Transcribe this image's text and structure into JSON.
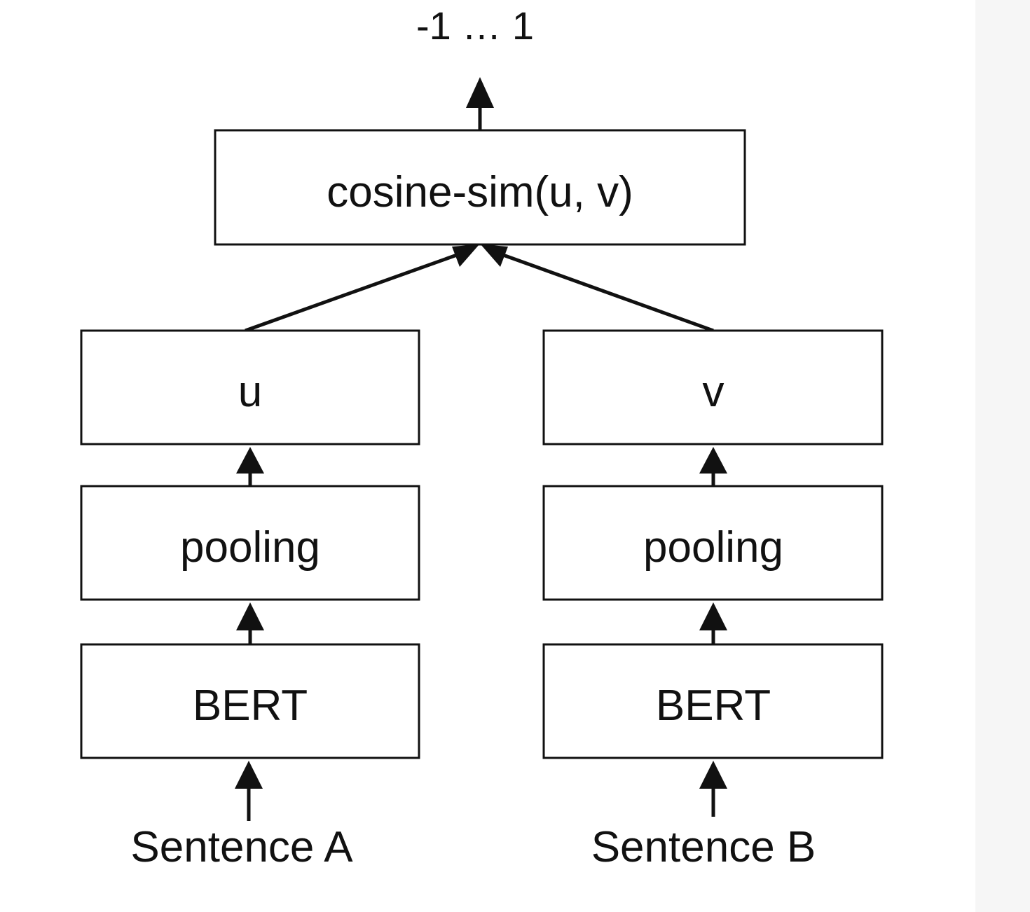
{
  "output": {
    "label": "-1 … 1"
  },
  "similarity": {
    "label": "cosine-sim(u, v)"
  },
  "branch_a": {
    "embedding_label": "u",
    "pooling_label": "pooling",
    "encoder_label": "BERT",
    "input_label": "Sentence A"
  },
  "branch_b": {
    "embedding_label": "v",
    "pooling_label": "pooling",
    "encoder_label": "BERT",
    "input_label": "Sentence B"
  },
  "colors": {
    "stroke": "#111111",
    "background": "#ffffff"
  }
}
